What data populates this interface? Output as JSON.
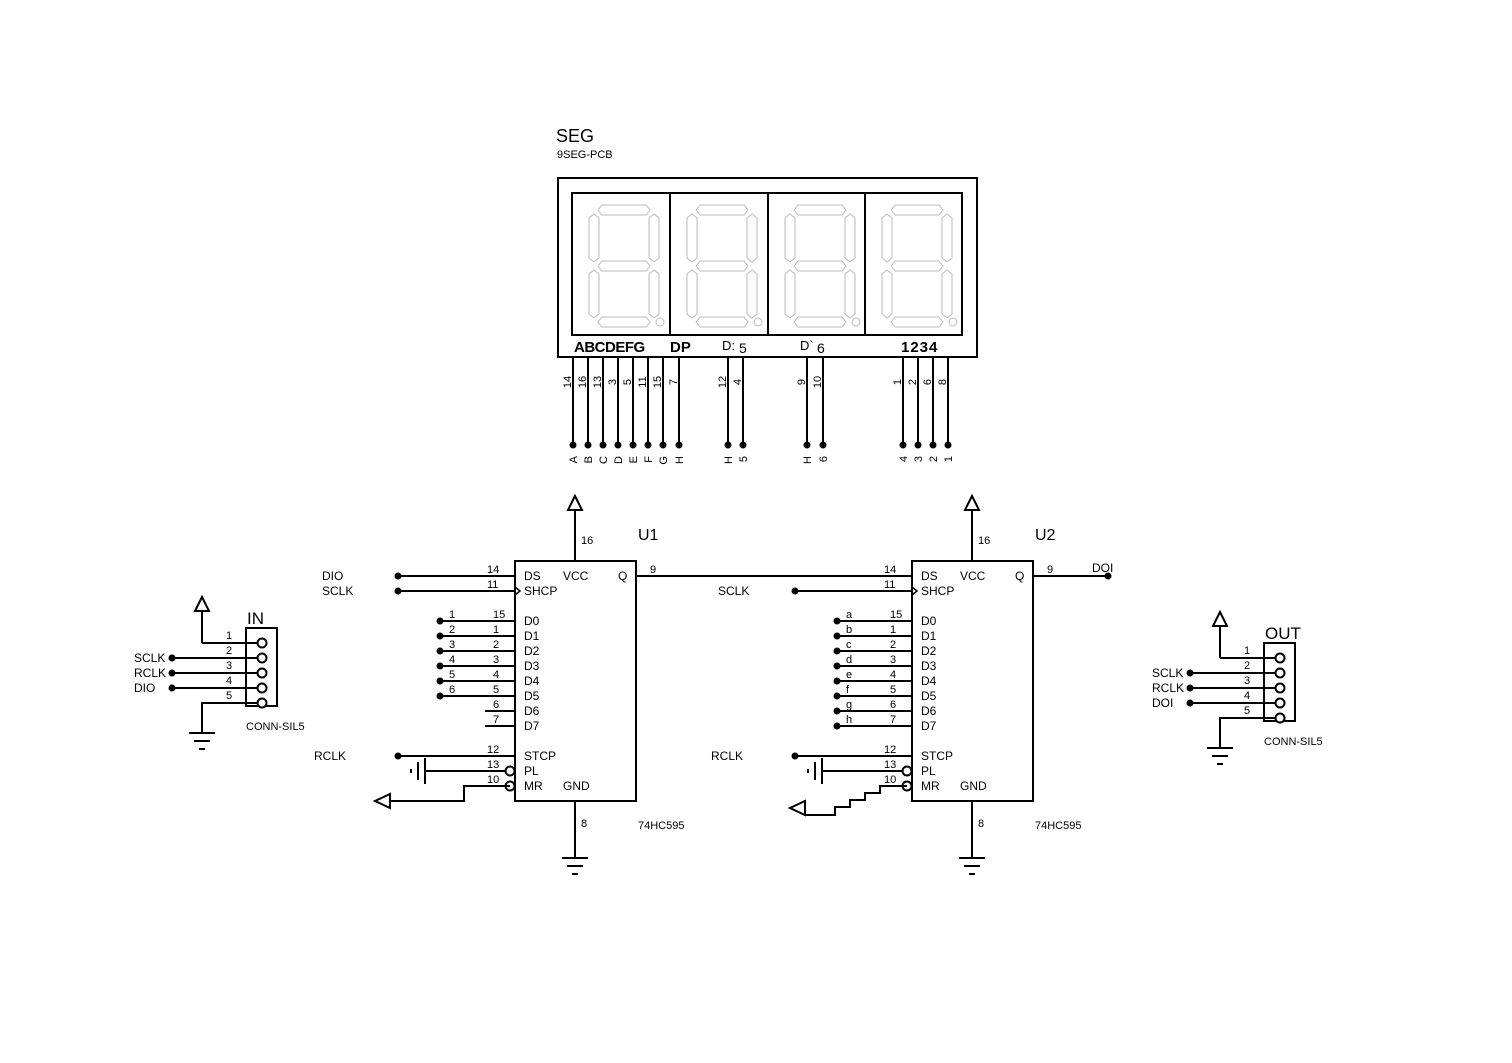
{
  "seg": {
    "title": "SEG",
    "part": "9SEG-PCB",
    "labels": {
      "segments": "ABCDEFG",
      "dp": "DP",
      "d1": "D:",
      "d1n": "5",
      "d2": "D`",
      "d2n": "6",
      "digits": "1234"
    },
    "pins": [
      {
        "num": "14",
        "net": "A"
      },
      {
        "num": "16",
        "net": "B"
      },
      {
        "num": "13",
        "net": "C"
      },
      {
        "num": "3",
        "net": "D"
      },
      {
        "num": "5",
        "net": "E"
      },
      {
        "num": "11",
        "net": "F"
      },
      {
        "num": "15",
        "net": "G"
      },
      {
        "num": "7",
        "net": "H"
      },
      {
        "num": "12",
        "net": "H"
      },
      {
        "num": "4",
        "net": "5"
      },
      {
        "num": "9",
        "net": "H"
      },
      {
        "num": "10",
        "net": "6"
      },
      {
        "num": "1",
        "net": "4"
      },
      {
        "num": "2",
        "net": "3"
      },
      {
        "num": "6",
        "net": "2"
      },
      {
        "num": "8",
        "net": "1"
      }
    ]
  },
  "u1": {
    "ref": "U1",
    "part": "74HC595",
    "vcc_pin": "16",
    "gnd_pin": "8",
    "q_pin": "9",
    "inner": {
      "ds": "DS",
      "vcc": "VCC",
      "q": "Q",
      "shcp": "SHCP",
      "stcp": "STCP",
      "pl": "PL",
      "mr": "MR",
      "gnd": "GND"
    },
    "pins": {
      "ds": "14",
      "shcp": "11",
      "stcp": "12",
      "pl": "13",
      "mr": "10"
    },
    "data_pins": [
      {
        "name": "D0",
        "num": "15",
        "net": "1"
      },
      {
        "name": "D1",
        "num": "1",
        "net": "2"
      },
      {
        "name": "D2",
        "num": "2",
        "net": "3"
      },
      {
        "name": "D3",
        "num": "3",
        "net": "4"
      },
      {
        "name": "D4",
        "num": "4",
        "net": "5"
      },
      {
        "name": "D5",
        "num": "5",
        "net": "6"
      },
      {
        "name": "D6",
        "num": "6",
        "net": ""
      },
      {
        "name": "D7",
        "num": "7",
        "net": ""
      }
    ],
    "nets": {
      "ds": "DIO",
      "shcp": "SCLK",
      "stcp": "RCLK"
    }
  },
  "u2": {
    "ref": "U2",
    "part": "74HC595",
    "vcc_pin": "16",
    "gnd_pin": "8",
    "q_pin": "9",
    "q_net": "DOI",
    "inner": {
      "ds": "DS",
      "vcc": "VCC",
      "q": "Q",
      "shcp": "SHCP",
      "stcp": "STCP",
      "pl": "PL",
      "mr": "MR",
      "gnd": "GND"
    },
    "pins": {
      "ds": "14",
      "shcp": "11",
      "stcp": "12",
      "pl": "13",
      "mr": "10"
    },
    "data_pins": [
      {
        "name": "D0",
        "num": "15",
        "net": "a"
      },
      {
        "name": "D1",
        "num": "1",
        "net": "b"
      },
      {
        "name": "D2",
        "num": "2",
        "net": "c"
      },
      {
        "name": "D3",
        "num": "3",
        "net": "d"
      },
      {
        "name": "D4",
        "num": "4",
        "net": "e"
      },
      {
        "name": "D5",
        "num": "5",
        "net": "f"
      },
      {
        "name": "D6",
        "num": "6",
        "net": "g"
      },
      {
        "name": "D7",
        "num": "7",
        "net": "h"
      }
    ],
    "nets": {
      "shcp": "SCLK",
      "stcp": "RCLK"
    }
  },
  "conn_in": {
    "ref": "IN",
    "part": "CONN-SIL5",
    "pins": [
      "1",
      "2",
      "3",
      "4",
      "5"
    ],
    "nets": [
      "",
      "SCLK",
      "RCLK",
      "DIO",
      ""
    ]
  },
  "conn_out": {
    "ref": "OUT",
    "part": "CONN-SIL5",
    "pins": [
      "1",
      "2",
      "3",
      "4",
      "5"
    ],
    "nets": [
      "",
      "SCLK",
      "RCLK",
      "DOI",
      ""
    ]
  }
}
